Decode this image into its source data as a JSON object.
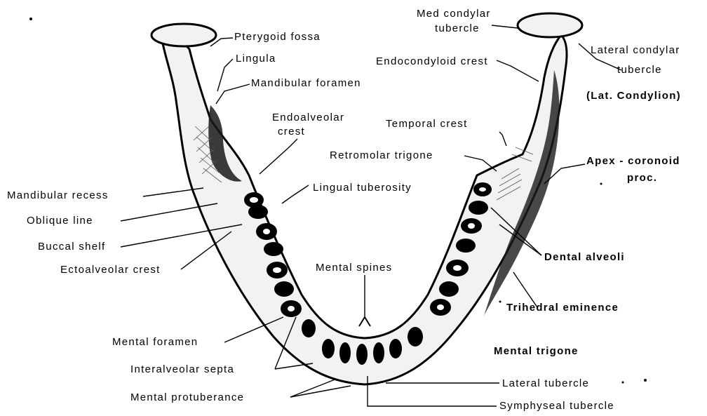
{
  "labels": {
    "pterygoid_fossa": "Pterygoid fossa",
    "lingula": "Lingula",
    "mandibular_foramen": "Mandibular foramen",
    "endoalveolar_crest_1": "Endoalveolar",
    "endoalveolar_crest_2": "crest",
    "mandibular_recess": "Mandibular recess",
    "oblique_line": "Oblique line",
    "buccal_shelf": "Buccal shelf",
    "ectoalveolar_crest": "Ectoalveolar crest",
    "mental_foramen": "Mental foramen",
    "interalveolar_septa": "Interalveolar septa",
    "mental_protuberance": "Mental protuberance",
    "med_condylar_tubercle_1": "Med condylar",
    "med_condylar_tubercle_2": "tubercle",
    "lateral_condylar_tubercle_1": "Lateral condylar",
    "lateral_condylar_tubercle_2": "tubercle",
    "lat_condylion": "(Lat. Condylion)",
    "endocondyloid_crest": "Endocondyloid crest",
    "temporal_crest": "Temporal crest",
    "retromolar_trigone": "Retromolar trigone",
    "apex_coronoid_1": "Apex - coronoid",
    "apex_coronoid_2": "proc.",
    "lingual_tuberosity": "Lingual tuberosity",
    "dental_alveoli": "Dental alveoli",
    "mental_spines": "Mental spines",
    "trihedral_eminence": "Trihedral eminence",
    "mental_trigone": "Mental trigone",
    "lateral_tubercle": "Lateral tubercle",
    "symphyseal_tubercle": "Symphyseal tubercle"
  }
}
